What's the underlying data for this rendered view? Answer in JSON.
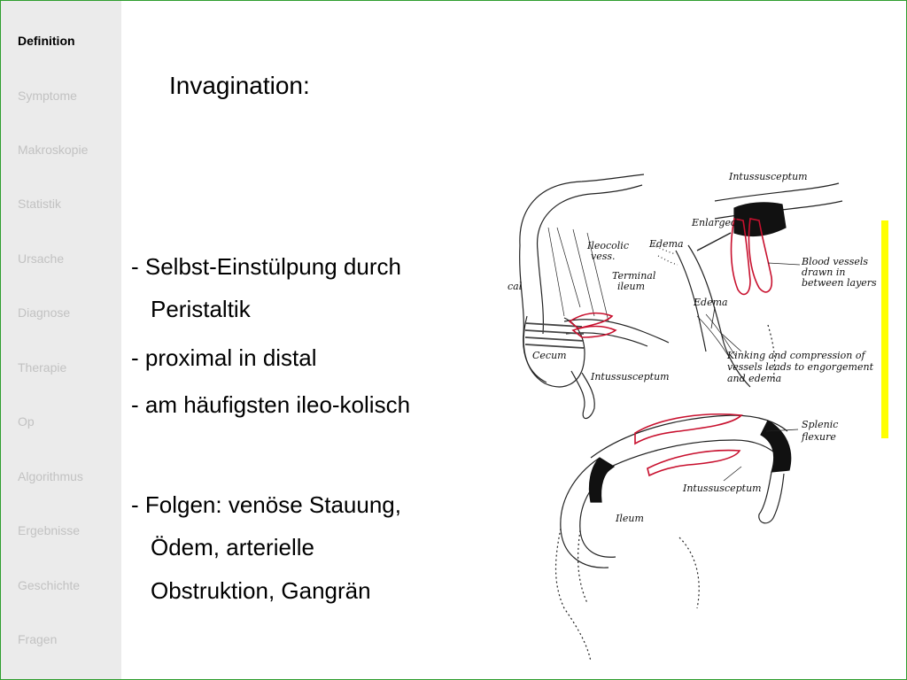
{
  "sidebar": {
    "items": [
      {
        "label": "Definition",
        "active": true
      },
      {
        "label": "Symptome",
        "active": false
      },
      {
        "label": "Makroskopie",
        "active": false
      },
      {
        "label": "Statistik",
        "active": false
      },
      {
        "label": "Ursache",
        "active": false
      },
      {
        "label": "Diagnose",
        "active": false
      },
      {
        "label": "Therapie",
        "active": false
      },
      {
        "label": "Op",
        "active": false
      },
      {
        "label": "Algorithmus",
        "active": false
      },
      {
        "label": "Ergebnisse",
        "active": false
      },
      {
        "label": "Geschichte",
        "active": false
      },
      {
        "label": "Fragen",
        "active": false
      }
    ]
  },
  "slide": {
    "title": "Invagination:",
    "bullets": [
      {
        "lines": [
          "- Selbst-Einstülpung durch",
          "Peristaltik"
        ]
      },
      {
        "lines": [
          "- proximal in distal"
        ]
      },
      {
        "lines": [
          "- am häufigsten ileo-kolisch"
        ]
      },
      {
        "lines": [
          "- Folgen: venöse Stauung,",
          "Ödem, arterielle",
          "Obstruktion, Gangrän"
        ]
      }
    ]
  },
  "figure": {
    "labels": {
      "cal": "cal",
      "ileocolic": "Ileocolic",
      "vess": "vess.",
      "terminal": "Terminal",
      "ileum": "ileum",
      "cecum": "Cecum",
      "intussusceptum_1": "Intussusceptum",
      "edema_1": "Edema",
      "enlarged": "Enlarged",
      "intussusceptum_2": "Intussusceptum",
      "blood_vessels_1": "Blood vessels",
      "blood_vessels_2": "drawn in",
      "blood_vessels_3": "between layers",
      "edema_2": "Edema",
      "kinking_1": "Kinking and compression of",
      "kinking_2": "vessels leads to engorgement",
      "kinking_3": "and edema",
      "splenic_1": "Splenic",
      "splenic_2": "flexure",
      "intussusceptum_3": "Intussusceptum",
      "ileum_2": "Ileum"
    },
    "colors": {
      "accent_red": "#c8102e",
      "highlight_yellow": "#ffff00",
      "frame_green": "#2f9e2f"
    }
  }
}
